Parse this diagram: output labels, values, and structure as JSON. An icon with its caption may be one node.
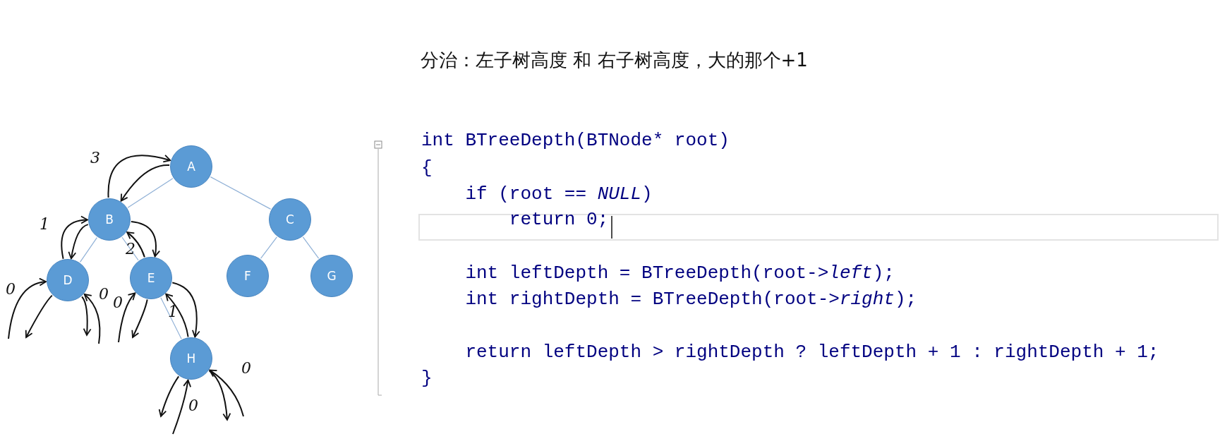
{
  "diagram": {
    "title": "分治：左子树高度 和 右子树高度，大的那个+1",
    "nodes": [
      {
        "text": [
          "A"
        ]
      },
      {
        "text": [
          "B"
        ]
      },
      {
        "text": [
          "C"
        ]
      },
      {
        "text": [
          "D"
        ]
      },
      {
        "text": [
          "E"
        ]
      },
      {
        "text": [
          "F"
        ]
      },
      {
        "text": [
          "G"
        ]
      },
      {
        "text": [
          "H"
        ]
      }
    ],
    "edges": [
      {
        "from": 0,
        "to": 1,
        "arrow": "none",
        "color": "#8fb0d6"
      },
      {
        "from": 0,
        "to": 2,
        "arrow": "none",
        "color": "#8fb0d6"
      },
      {
        "from": 1,
        "to": 3,
        "arrow": "none",
        "color": "#8fb0d6"
      },
      {
        "from": 1,
        "to": 4,
        "arrow": "none",
        "color": "#8fb0d6"
      },
      {
        "from": 2,
        "to": 5,
        "arrow": "none",
        "color": "#8fb0d6"
      },
      {
        "from": 2,
        "to": 6,
        "arrow": "none",
        "color": "#8fb0d6"
      },
      {
        "from": 4,
        "to": 7,
        "arrow": "none",
        "color": "#8fb0d6"
      },
      {
        "from": 1,
        "to": 0,
        "arrow": "to"
      },
      {
        "from": 0,
        "to": 1,
        "arrow": "to"
      },
      {
        "from": 3,
        "to": 1,
        "arrow": "to"
      },
      {
        "from": 1,
        "to": 3,
        "arrow": "to"
      },
      {
        "from": 1,
        "to": 4,
        "arrow": "to"
      },
      {
        "from": 4,
        "to": 1,
        "arrow": "to"
      },
      {
        "from": 4,
        "to": 7,
        "arrow": "to"
      },
      {
        "from": 7,
        "to": 4,
        "arrow": "to"
      },
      {
        "from": 3,
        "to": null,
        "arrow": "to"
      },
      {
        "from": null,
        "to": 3,
        "arrow": "to"
      },
      {
        "from": 3,
        "to": null,
        "arrow": "to"
      },
      {
        "from": null,
        "to": 3,
        "arrow": "to"
      },
      {
        "from": null,
        "to": 4,
        "arrow": "to"
      },
      {
        "from": 4,
        "to": null,
        "arrow": "to"
      },
      {
        "from": 7,
        "to": null,
        "arrow": "to"
      },
      {
        "from": null,
        "to": 7,
        "arrow": "to"
      },
      {
        "from": 7,
        "to": null,
        "arrow": "to"
      },
      {
        "from": null,
        "to": 7,
        "arrow": "to"
      }
    ],
    "labels": [
      "int BTreeDepth(BTNode* root)",
      "{",
      "    if (root == *NULL*)",
      "        return 0;",
      "    int leftDepth = BTreeDepth(root->*left*);",
      "    int rightDepth = BTreeDepth(root->*right*);",
      "    return leftDepth > rightDepth ? leftDepth + 1 : rightDepth + 1;",
      "}",
      "3",
      "1",
      "2",
      "0",
      "0",
      "0",
      "1",
      "0",
      "0"
    ]
  }
}
